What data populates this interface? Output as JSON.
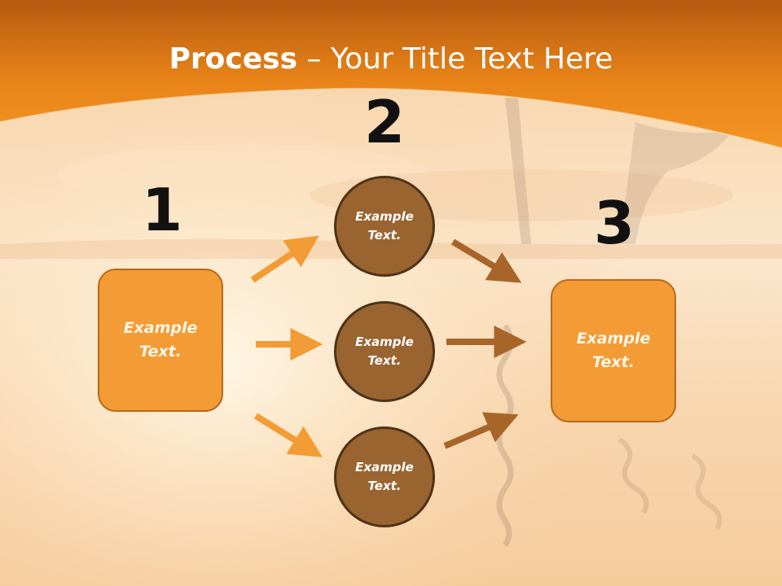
{
  "title": {
    "bold": "Process",
    "rest": " – Your Title Text Here"
  },
  "steps": {
    "n1": "1",
    "n2": "2",
    "n3": "3"
  },
  "left_box": "Example Text.",
  "circles": [
    "Example Text.",
    "Example Text.",
    "Example Text."
  ],
  "right_box": "Example Text.",
  "colors": {
    "header_orange": "#ee8a1d",
    "box_orange": "#f39b34",
    "circle_brown": "#9a6430",
    "arrow_orange": "#f39b34",
    "arrow_brown": "#a8652a"
  }
}
